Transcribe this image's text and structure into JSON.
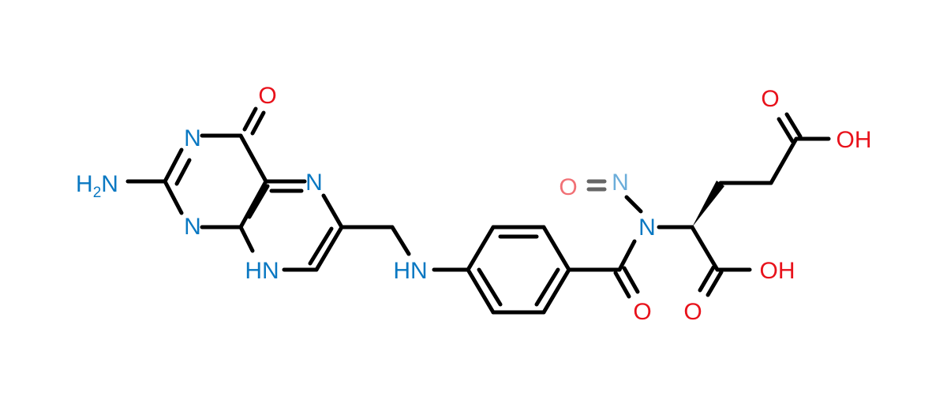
{
  "colors": {
    "nitrogen": "#0a78c2",
    "oxygen": "#e8121b",
    "bond": "#000000",
    "background": "#ffffff"
  },
  "labels": {
    "o_top": "O",
    "n_pyr_left": "N",
    "nh2_main": "H",
    "nh2_sub": "2",
    "nh2_tail": "N",
    "n_pyr_bottom": "N",
    "n_pyz_top": "N",
    "hn_ring": "HN",
    "hn_amine": "HN",
    "o_nitroso": "O",
    "n_nitroso": "N",
    "n_amide": "N",
    "o_amide": "O",
    "o_acid1_carbonyl": "O",
    "oh_acid1": "OH",
    "oh_acid2": "OH",
    "o_acid2_carbonyl": "O"
  }
}
